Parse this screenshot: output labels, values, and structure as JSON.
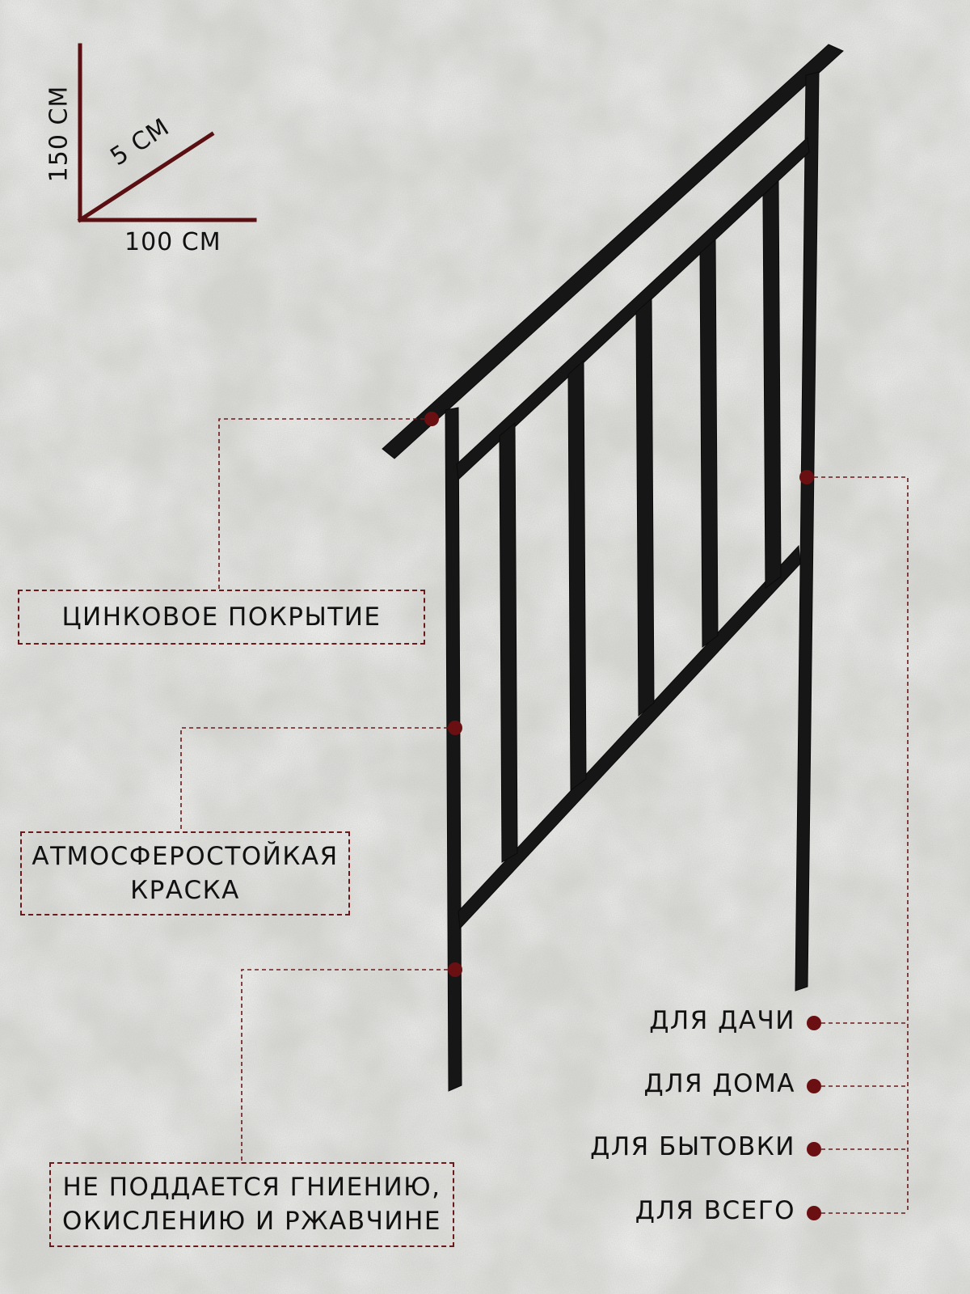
{
  "dimensions": {
    "height": "150 СМ",
    "depth": "5 СМ",
    "width": "100 СМ"
  },
  "features": {
    "zinc": "ЦИНКОВОЕ ПОКРЫТИЕ",
    "paint_line1": "АТМОСФЕРОСТОЙКАЯ",
    "paint_line2": "КРАСКА",
    "rot_line1": "НЕ ПОДДАЕТСЯ ГНИЕНИЮ,",
    "rot_line2": "ОКИСЛЕНИЮ И РЖАВЧИНЕ"
  },
  "uses": [
    "ДЛЯ ДАЧИ",
    "ДЛЯ ДОМА",
    "ДЛЯ БЫТОВКИ",
    "ДЛЯ ВСЕГО"
  ],
  "colors": {
    "frame": "#161616",
    "accent": "#6a0f12",
    "dimension_line": "#5a1012"
  }
}
